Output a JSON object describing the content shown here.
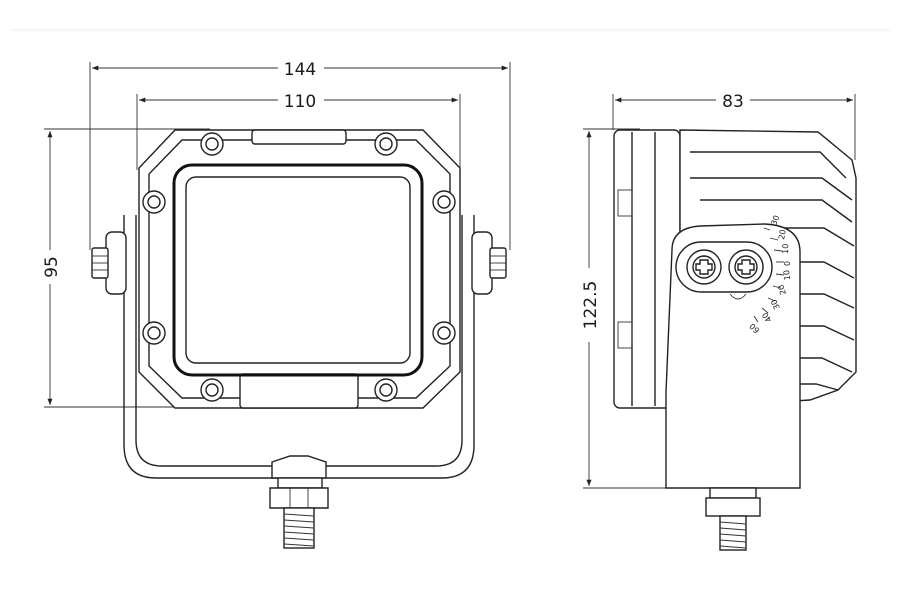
{
  "dimensions": {
    "overall_width": "144",
    "housing_width": "110",
    "housing_height": "95",
    "side_depth": "83",
    "side_height": "122.5"
  },
  "angle_scale": {
    "upper_ticks": [
      "30",
      "20",
      "10",
      "0"
    ],
    "lower_ticks": [
      "10",
      "20",
      "30",
      "40",
      "60"
    ]
  },
  "colors": {
    "line": "#222222",
    "background": "#ffffff"
  }
}
